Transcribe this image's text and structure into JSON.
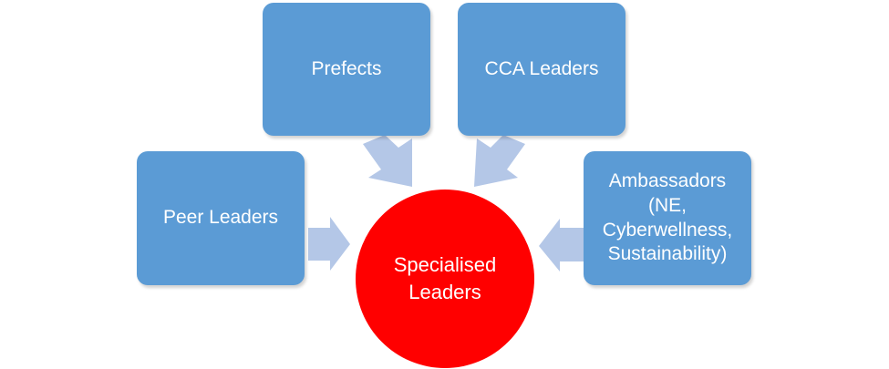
{
  "diagram": {
    "center": {
      "label": "Specialised Leaders",
      "color": "#ff0000"
    },
    "nodes": [
      {
        "id": "prefects",
        "label": "Prefects"
      },
      {
        "id": "cca",
        "label": "CCA Leaders"
      },
      {
        "id": "peer",
        "label": "Peer Leaders"
      },
      {
        "id": "ambassadors",
        "label": "Ambassadors\n(NE,\nCyberwellness,\nSustainability)"
      }
    ],
    "colors": {
      "node_fill": "#5b9bd5",
      "arrow_fill": "#b4c7e7",
      "text": "#ffffff"
    }
  }
}
